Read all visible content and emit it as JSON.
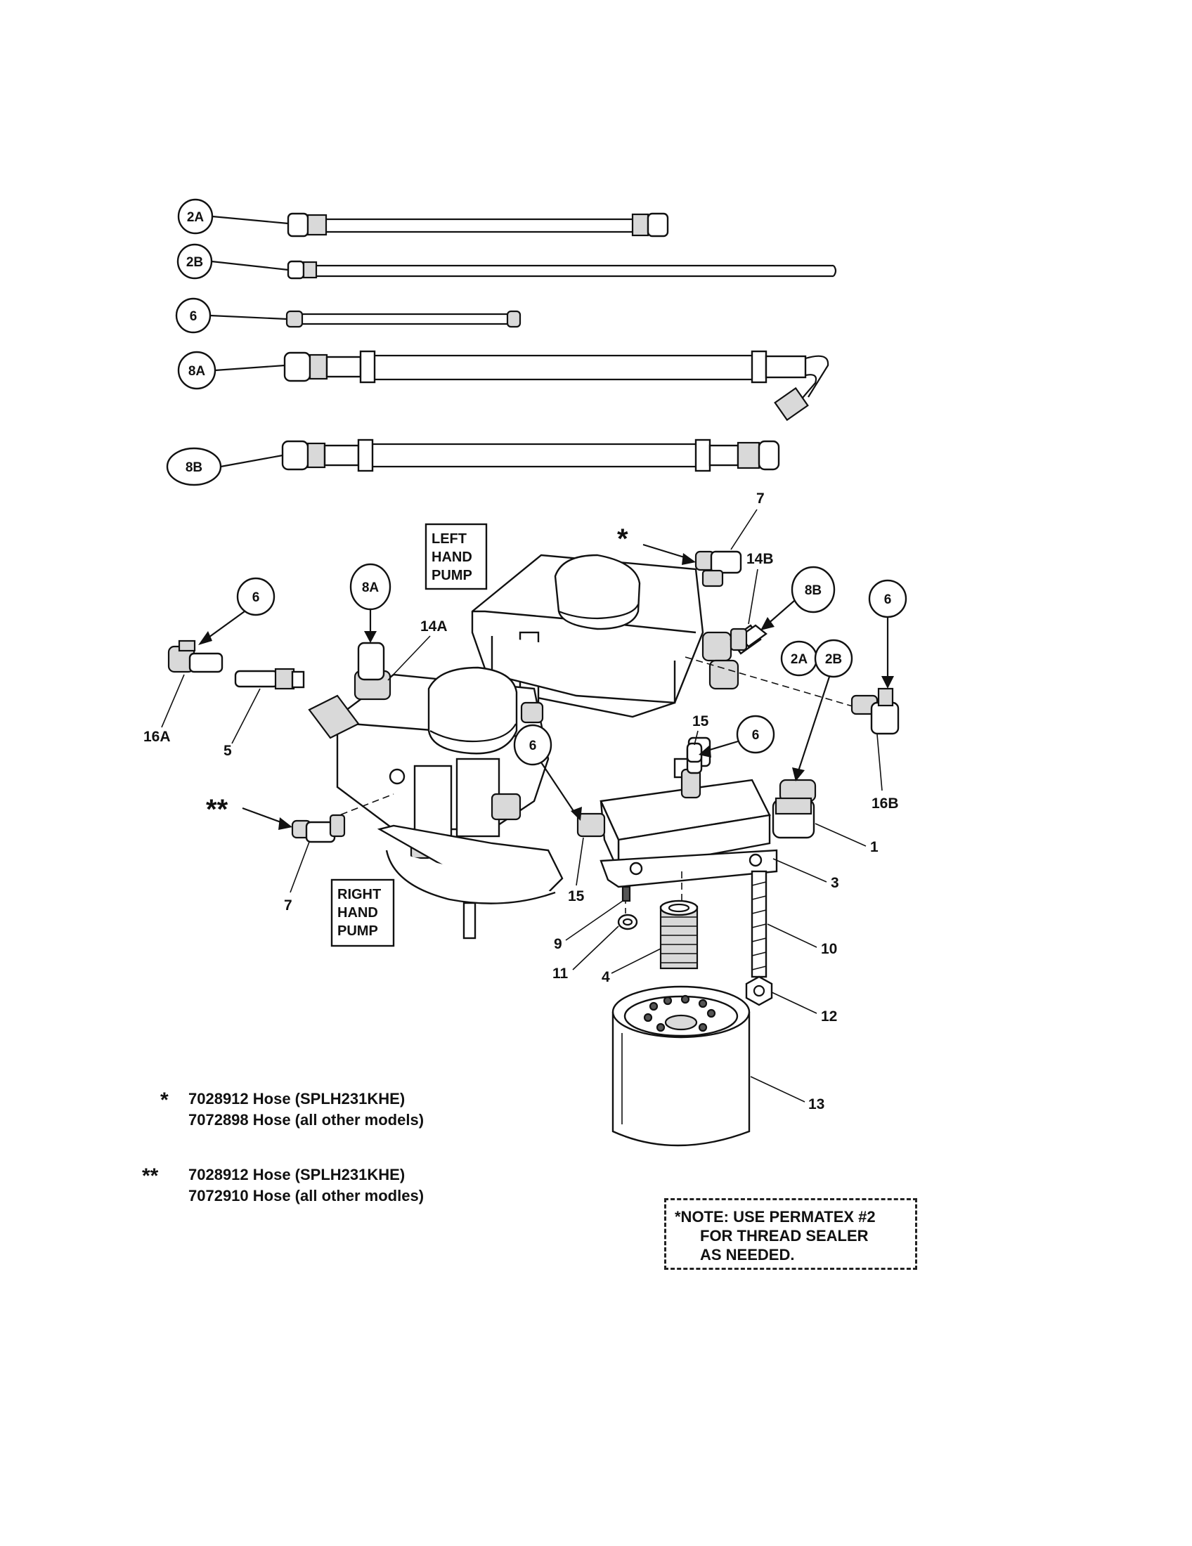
{
  "parts_list": {
    "callouts": {
      "c2A": "2A",
      "c2B": "2B",
      "c6": "6",
      "c8A": "8A",
      "c8B": "8B",
      "b8A": "8A",
      "b8B": "8B",
      "b6left": "6",
      "b6right": "6",
      "b2A": "2A",
      "b2B": "2B",
      "b6mid": "6",
      "b6mid2": "6"
    },
    "labels": {
      "l7top": "7",
      "l14B": "14B",
      "l14A": "14A",
      "l16A": "16A",
      "l5": "5",
      "l15top": "15",
      "l16B": "16B",
      "l1": "1",
      "l3": "3",
      "l15": "15",
      "l7bot": "7",
      "l9": "9",
      "l11": "11",
      "l4": "4",
      "l10": "10",
      "l12": "12",
      "l13": "13"
    },
    "pump_labels": {
      "left": [
        "LEFT",
        "HAND",
        "PUMP"
      ],
      "right": [
        "RIGHT",
        "HAND",
        "PUMP"
      ]
    },
    "markers": {
      "single": "*",
      "double": "**"
    }
  },
  "legend": {
    "single_star": "*",
    "single_line1": "7028912  Hose (SPLH231KHE)",
    "single_line2": "7072898  Hose (all other models)",
    "double_star": "**",
    "double_line1": "7028912  Hose (SPLH231KHE)",
    "double_line2": "7072910  Hose (all other modles)"
  },
  "note": {
    "line1": "*NOTE: USE PERMATEX #2",
    "line2": "FOR THREAD SEALER",
    "line3": "AS NEEDED."
  }
}
